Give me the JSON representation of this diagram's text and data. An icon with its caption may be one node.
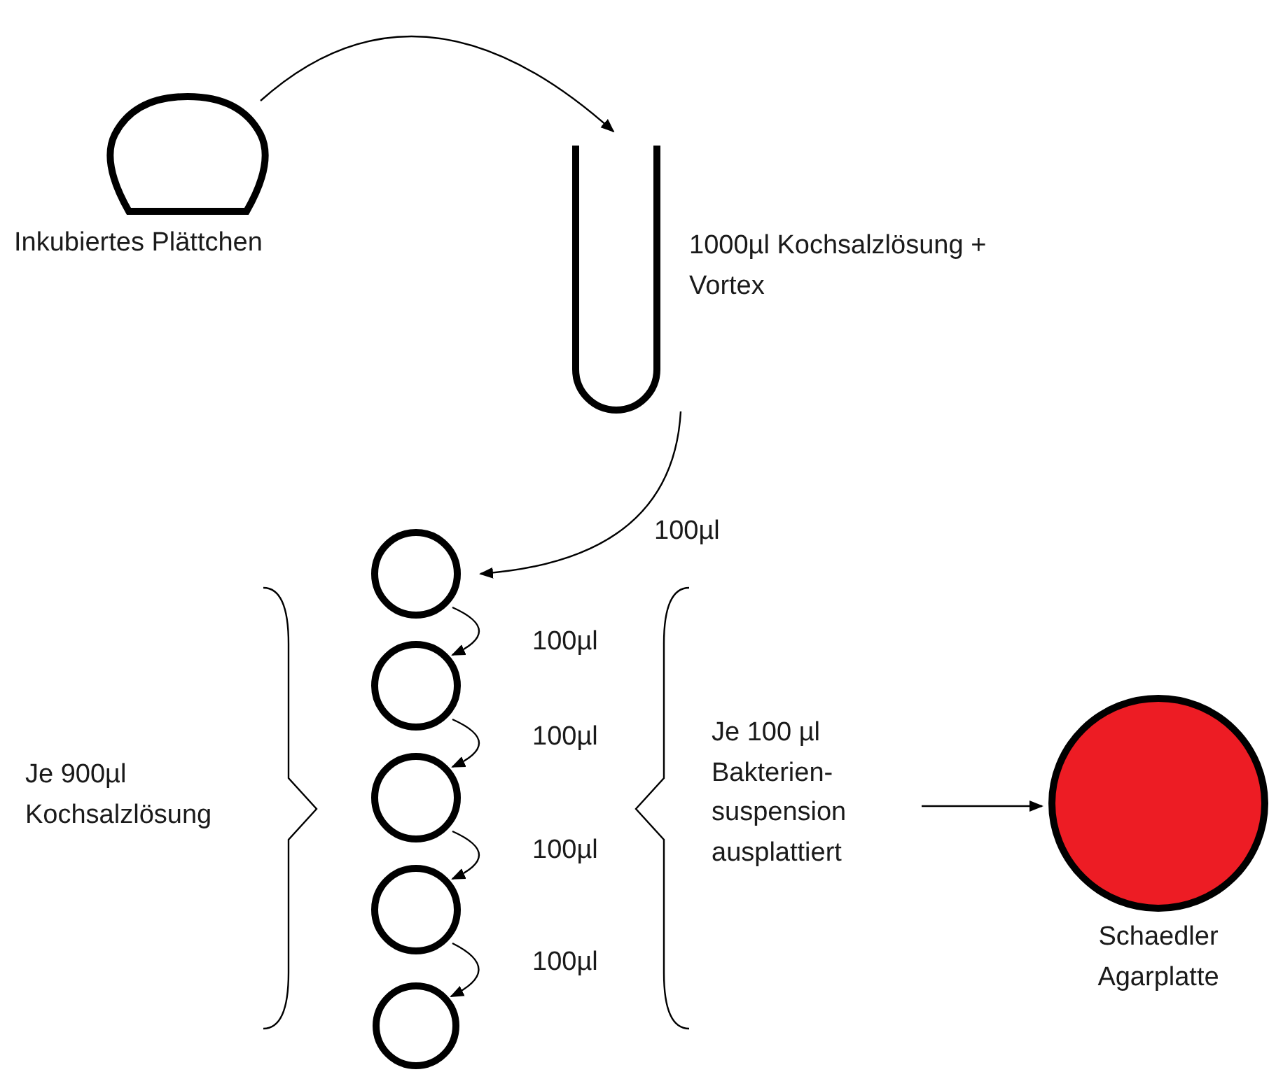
{
  "diagram": {
    "nodes": [
      {
        "text": [
          "Inkubiertes Plättchen"
        ]
      },
      {
        "text": [
          "1000µl Kochsalzlösung + Vortex"
        ]
      },
      {
        "text": [],
        "shape": "circle"
      },
      {
        "text": [],
        "shape": "circle"
      },
      {
        "text": [],
        "shape": "circle"
      },
      {
        "text": [],
        "shape": "circle"
      },
      {
        "text": [],
        "shape": "circle"
      },
      {
        "text": [
          "Je 100 µl Bakterien- suspension ausplattiert"
        ]
      },
      {
        "text": [
          "Schaedler Agarplatte"
        ]
      }
    ],
    "edges": [
      {
        "from": 0,
        "to": 1,
        "arrow": "to"
      },
      {
        "from": 1,
        "to": 2,
        "arrow": "to",
        "label": "100µl"
      },
      {
        "from": 2,
        "to": 3,
        "arrow": "to",
        "label": "100µl"
      },
      {
        "from": 3,
        "to": 4,
        "arrow": "to",
        "label": "100µl"
      },
      {
        "from": 4,
        "to": 5,
        "arrow": "to",
        "label": "100µl"
      },
      {
        "from": 5,
        "to": 6,
        "arrow": "to",
        "label": "100µl"
      },
      {
        "from": 7,
        "to": 8,
        "arrow": "to"
      }
    ],
    "labels": [
      "Je 900µl Kochsalzlösung"
    ]
  }
}
